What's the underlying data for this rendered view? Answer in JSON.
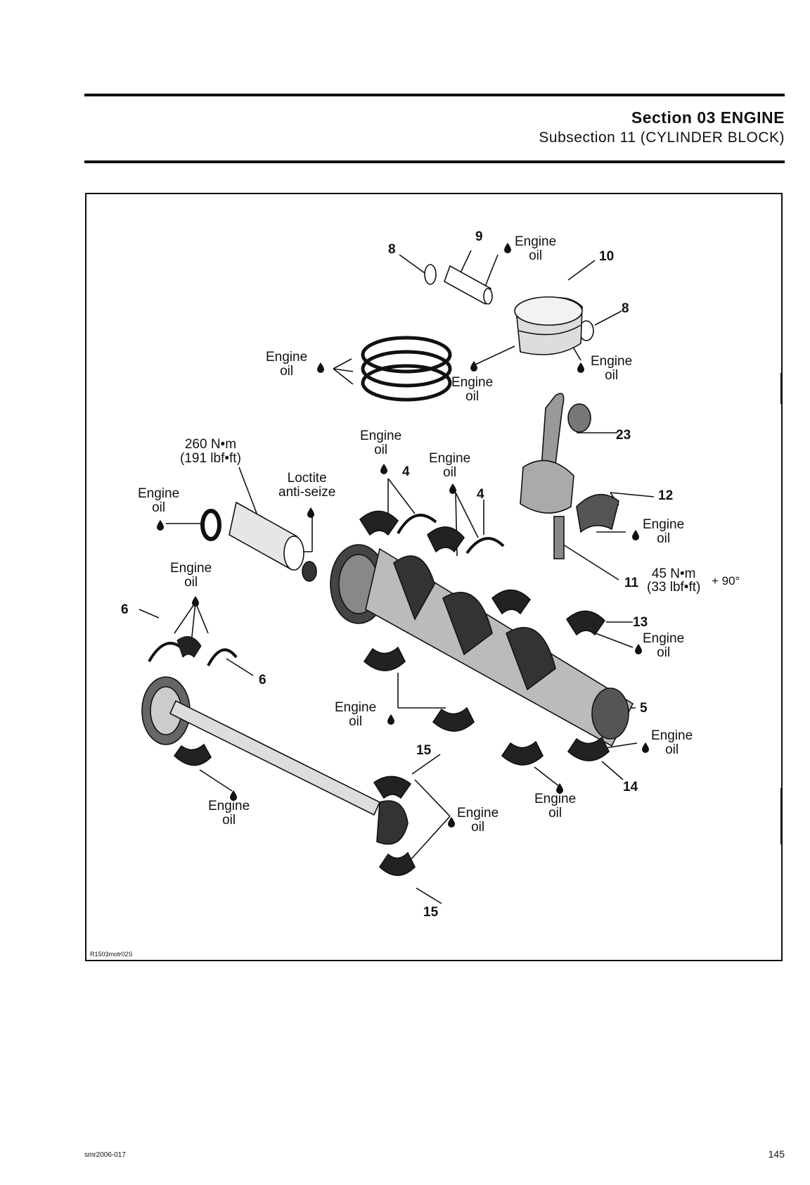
{
  "header": {
    "section": "Section 03 ENGINE",
    "subsection": "Subsection 11 (CYLINDER BLOCK)"
  },
  "figure": {
    "code": "R1503motr02S",
    "part_numbers": {
      "p8a": "8",
      "p9": "9",
      "p10": "10",
      "p8b": "8",
      "p23": "23",
      "p12": "12",
      "p11": "11",
      "p4a": "4",
      "p4b": "4",
      "p6a": "6",
      "p6b": "6",
      "p13": "13",
      "p5": "5",
      "p15a": "15",
      "p15b": "15",
      "p14": "14"
    },
    "labels": {
      "engine_oil": "Engine\noil",
      "torque_crank": "260 N•m\n(191 lbf•ft)",
      "loctite": "Loctite\nanti-seize",
      "torque_rod": "45 N•m\n(33 lbf•ft)",
      "angle": "+ 90°"
    },
    "icons": {
      "oil_drop": "oil-drop-icon"
    }
  },
  "footer": {
    "doc_code": "smr2006-017",
    "page": "145"
  }
}
